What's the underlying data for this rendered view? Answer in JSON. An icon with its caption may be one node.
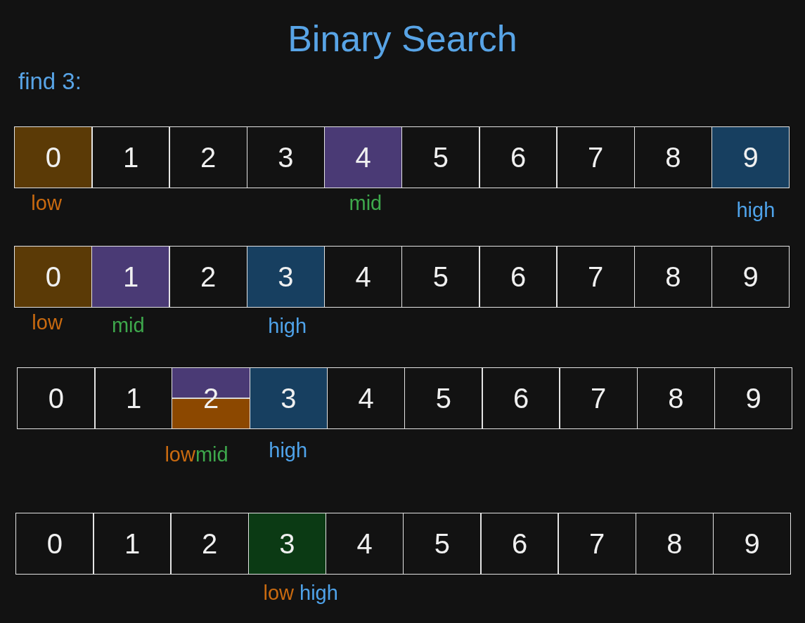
{
  "diagram": {
    "title": "Binary Search",
    "nodes": [
      {
        "text": [
          "0"
        ],
        "beside": [
          "low"
        ]
      },
      {
        "text": [
          "1"
        ]
      },
      {
        "text": [
          "2"
        ]
      },
      {
        "text": [
          "3"
        ]
      },
      {
        "text": [
          "4"
        ],
        "beside": [
          "mid"
        ]
      },
      {
        "text": [
          "5"
        ]
      },
      {
        "text": [
          "6"
        ]
      },
      {
        "text": [
          "7"
        ]
      },
      {
        "text": [
          "8"
        ]
      },
      {
        "text": [
          "9"
        ],
        "beside": [
          "high"
        ]
      },
      {
        "text": [
          "0"
        ],
        "beside": [
          "low"
        ]
      },
      {
        "text": [
          "1"
        ],
        "beside": [
          "mid"
        ]
      },
      {
        "text": [
          "2"
        ]
      },
      {
        "text": [
          "3"
        ],
        "beside": [
          "high"
        ]
      },
      {
        "text": [
          "4"
        ]
      },
      {
        "text": [
          "5"
        ]
      },
      {
        "text": [
          "6"
        ]
      },
      {
        "text": [
          "7"
        ]
      },
      {
        "text": [
          "8"
        ]
      },
      {
        "text": [
          "9"
        ]
      },
      {
        "text": [
          "0"
        ]
      },
      {
        "text": [
          "1"
        ]
      },
      {
        "text": [
          "2"
        ],
        "beside": [
          "low",
          "mid"
        ]
      },
      {
        "text": [
          "3"
        ],
        "beside": [
          "high"
        ]
      },
      {
        "text": [
          "4"
        ]
      },
      {
        "text": [
          "5"
        ]
      },
      {
        "text": [
          "6"
        ]
      },
      {
        "text": [
          "7"
        ]
      },
      {
        "text": [
          "8"
        ]
      },
      {
        "text": [
          "9"
        ]
      },
      {
        "text": [
          "0"
        ]
      },
      {
        "text": [
          "1"
        ]
      },
      {
        "text": [
          "2"
        ]
      },
      {
        "text": [
          "3"
        ],
        "beside": [
          "low",
          "high"
        ]
      },
      {
        "text": [
          "4"
        ]
      },
      {
        "text": [
          "5"
        ]
      },
      {
        "text": [
          "6"
        ]
      },
      {
        "text": [
          "7"
        ]
      },
      {
        "text": [
          "8"
        ]
      },
      {
        "text": [
          "9"
        ]
      }
    ],
    "labels": [
      "find 3:"
    ]
  }
}
